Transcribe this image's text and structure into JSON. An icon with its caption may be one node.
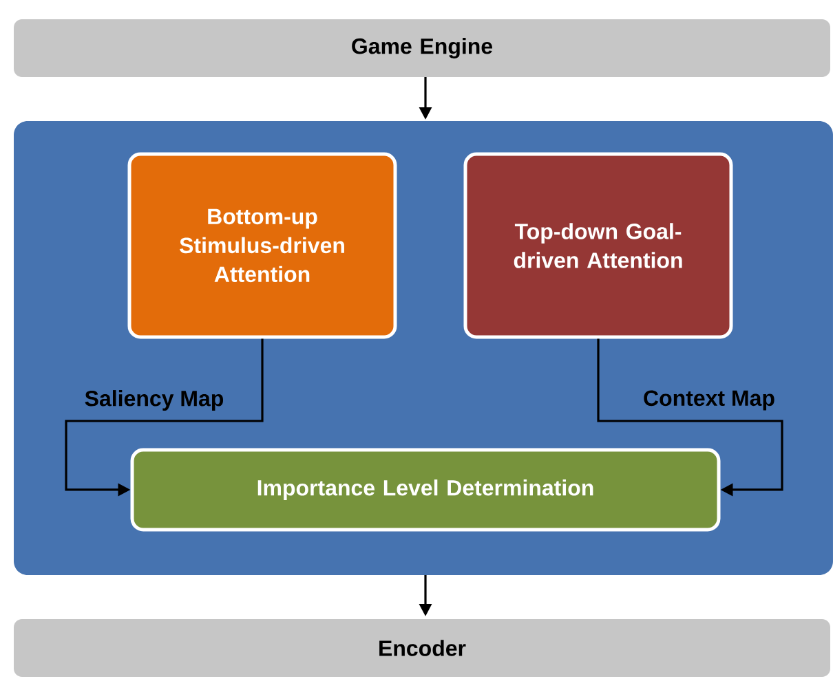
{
  "diagram": {
    "nodes": [
      {
        "text": [
          "Game Engine"
        ]
      },
      {
        "text": [],
        "shape": "box"
      },
      {
        "text": [
          "Bottom-up Stimulus-driven Attention"
        ],
        "in": 1
      },
      {
        "text": [
          "Top-down Goal-driven Attention"
        ],
        "in": 1
      },
      {
        "text": [
          "Importance Level Determination"
        ],
        "in": 1
      },
      {
        "text": [
          "Encoder"
        ]
      }
    ],
    "edges": [
      {
        "from": 0,
        "to": 1,
        "arrow": "to"
      },
      {
        "from": 2,
        "to": 4,
        "arrow": "to",
        "label": "Saliency Map"
      },
      {
        "from": 3,
        "to": 4,
        "arrow": "to",
        "label": "Context Map"
      },
      {
        "from": 1,
        "to": 5,
        "arrow": "to"
      }
    ]
  }
}
